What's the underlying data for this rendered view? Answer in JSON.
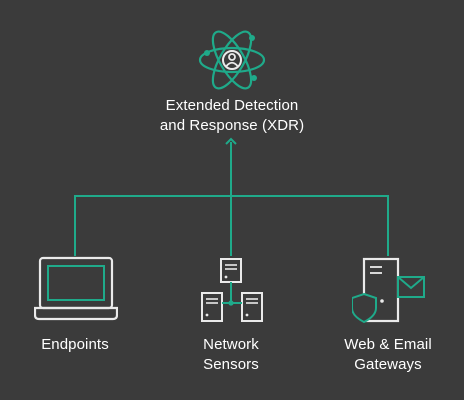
{
  "colors": {
    "background": "#3b3b3b",
    "accent": "#1faa8a",
    "icon_light": "#eaeaea",
    "text": "#ffffff"
  },
  "hub": {
    "icon": "atom-user-icon",
    "title_line1": "Extended Detection",
    "title_line2": "and Response (XDR)"
  },
  "nodes": [
    {
      "icon": "laptop-icon",
      "line1": "Endpoints",
      "line2": ""
    },
    {
      "icon": "servers-icon",
      "line1": "Network",
      "line2": "Sensors"
    },
    {
      "icon": "gateway-icon",
      "line1": "Web & Email",
      "line2": "Gateways"
    }
  ]
}
